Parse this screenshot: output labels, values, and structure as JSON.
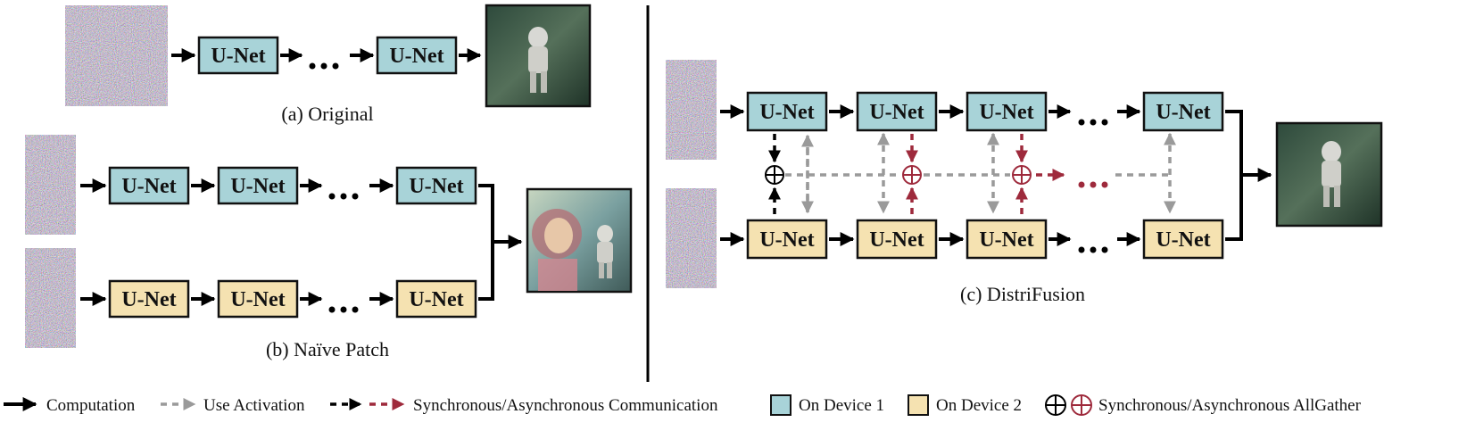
{
  "colors": {
    "device1": "#a8d3d8",
    "device2": "#f5e2b1",
    "box_stroke": "#111111",
    "computation": "#000000",
    "activation": "#9a9a9a",
    "async": "#9e2a3c"
  },
  "block_label": "U-Net",
  "captions": {
    "original": "(a) Original",
    "naive": "(b) Naïve Patch",
    "distrifusion": "(c) DistriFusion"
  },
  "legend": {
    "computation": "Computation",
    "activation": "Use Activation",
    "communication": "Synchronous/Asynchronous Communication",
    "device1": "On Device 1",
    "device2": "On Device 2",
    "allgather": "Synchronous/Asynchronous AllGather"
  }
}
